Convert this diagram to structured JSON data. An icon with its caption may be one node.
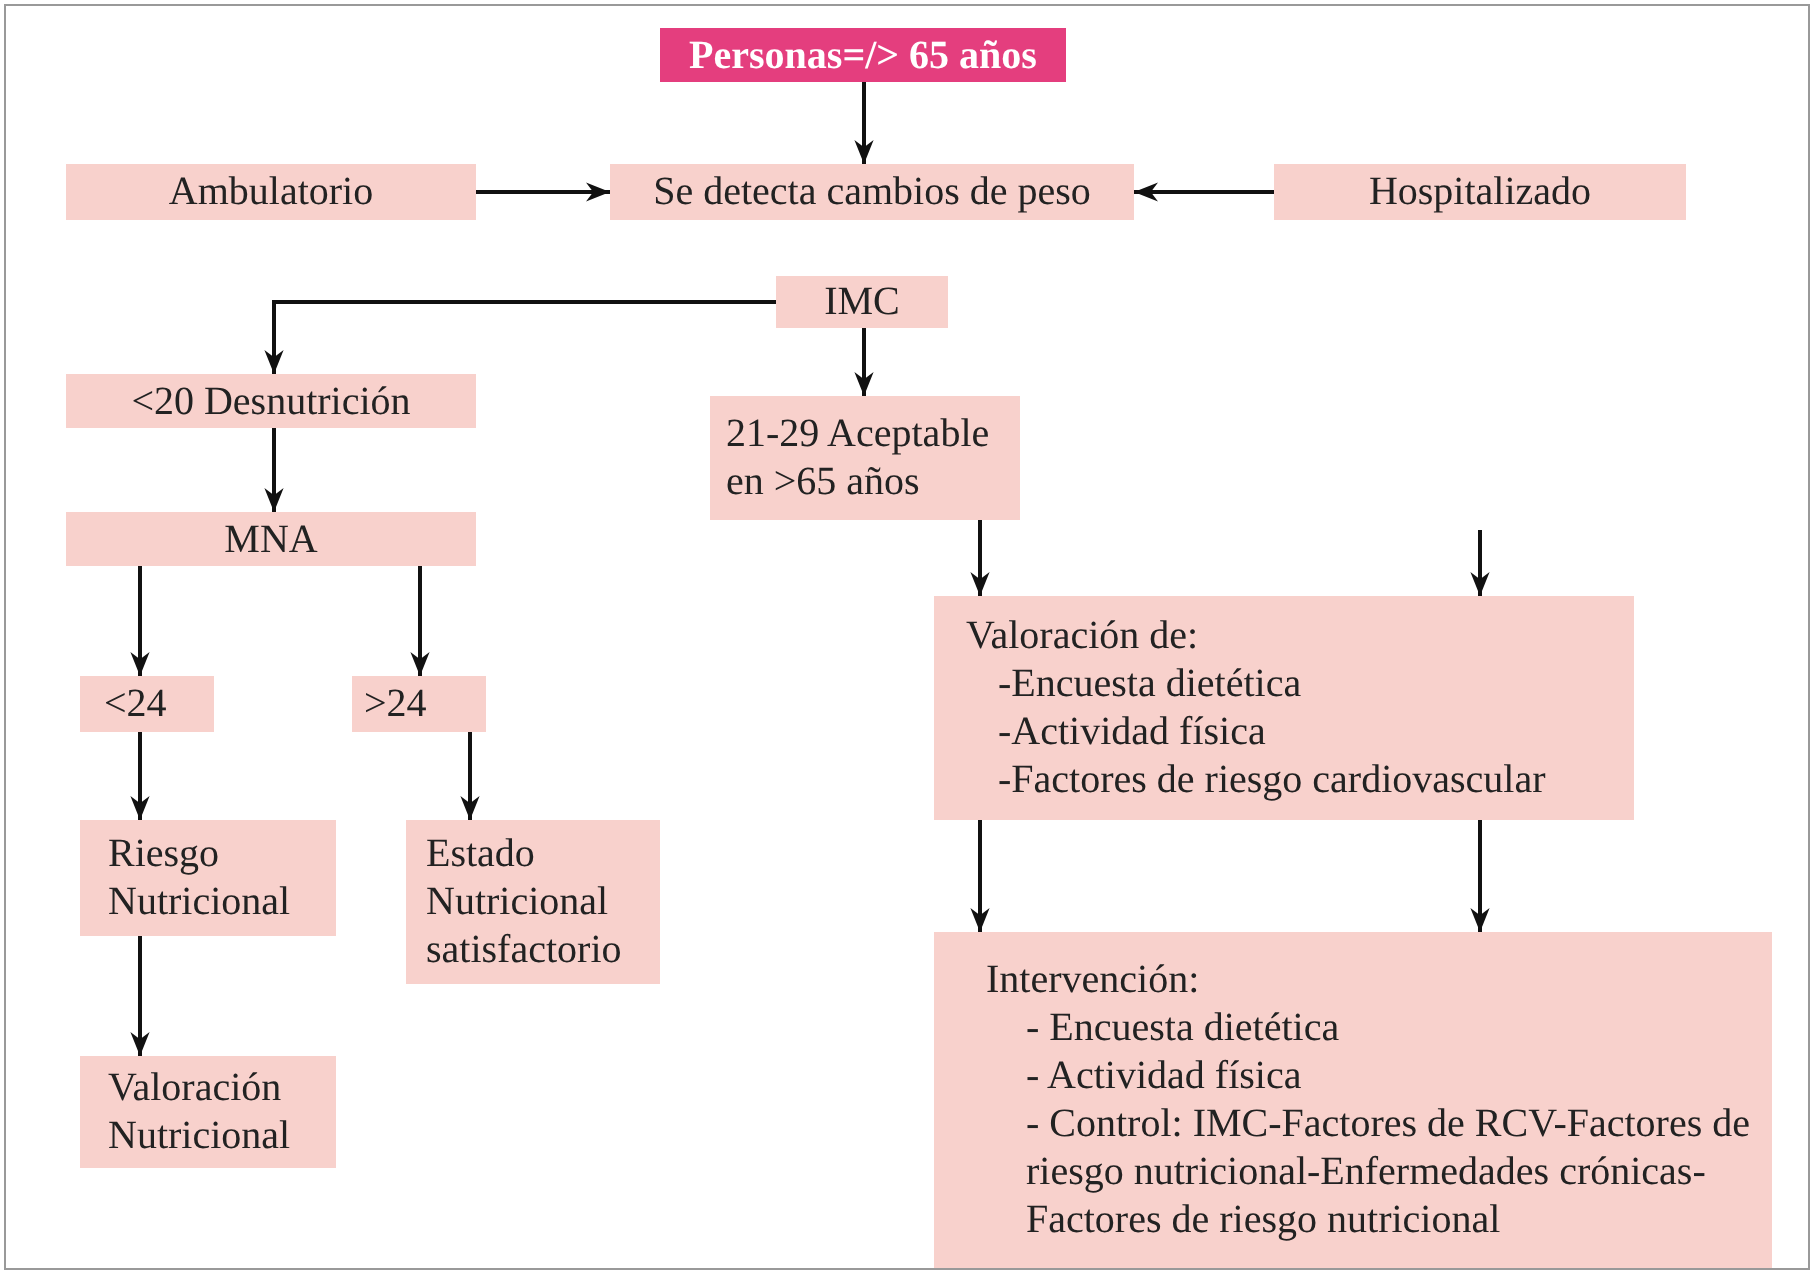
{
  "diagram": {
    "nodes": [
      {
        "text": [
          "Personas=/> 65 años"
        ]
      },
      {
        "text": [
          "Ambulatorio"
        ]
      },
      {
        "text": [
          "Se detecta cambios de peso"
        ]
      },
      {
        "text": [
          "Hospitalizado"
        ]
      },
      {
        "text": [
          "IMC"
        ]
      },
      {
        "text": [
          "<20 Desnutrición"
        ]
      },
      {
        "text": [
          "21-29 Aceptable en >65 años"
        ]
      },
      {
        "text": [
          "MNA"
        ]
      },
      {
        "text": [
          "<24"
        ]
      },
      {
        "text": [
          ">24"
        ]
      },
      {
        "text": [
          "Valoración de:",
          "-Encuesta dietética",
          "-Actividad física",
          "-Factores de riesgo cardiovascular"
        ]
      },
      {
        "text": [
          "Riesgo Nutricional"
        ]
      },
      {
        "text": [
          "Estado Nutricional satisfactorio"
        ]
      },
      {
        "text": [
          "Valoración Nutricional"
        ]
      },
      {
        "text": [
          "Intervención:",
          "- Encuesta dietética",
          "- Actividad física",
          "- Control: IMC-Factores de RCV-Factores de riesgo nutricional-Enfermedades crónicas-Factores de riesgo nutricional"
        ]
      }
    ],
    "edges": [
      {
        "from": 0,
        "to": 2,
        "arrow": "to"
      },
      {
        "from": 1,
        "to": 2,
        "arrow": "to"
      },
      {
        "from": 3,
        "to": 2,
        "arrow": "to"
      },
      {
        "from": 4,
        "to": 5,
        "arrow": "to"
      },
      {
        "from": 4,
        "to": 6,
        "arrow": "to"
      },
      {
        "from": 5,
        "to": 7,
        "arrow": "to"
      },
      {
        "from": 7,
        "to": 8,
        "arrow": "to"
      },
      {
        "from": 7,
        "to": 9,
        "arrow": "to"
      },
      {
        "from": 6,
        "to": 10,
        "arrow": "to"
      },
      {
        "from": null,
        "to": 10,
        "arrow": "to"
      },
      {
        "from": 8,
        "to": 11,
        "arrow": "to"
      },
      {
        "from": 9,
        "to": 12,
        "arrow": "to"
      },
      {
        "from": 11,
        "to": 13,
        "arrow": "to"
      },
      {
        "from": 10,
        "to": 14,
        "arrow": "to"
      },
      {
        "from": 10,
        "to": 14,
        "arrow": "to"
      }
    ]
  }
}
